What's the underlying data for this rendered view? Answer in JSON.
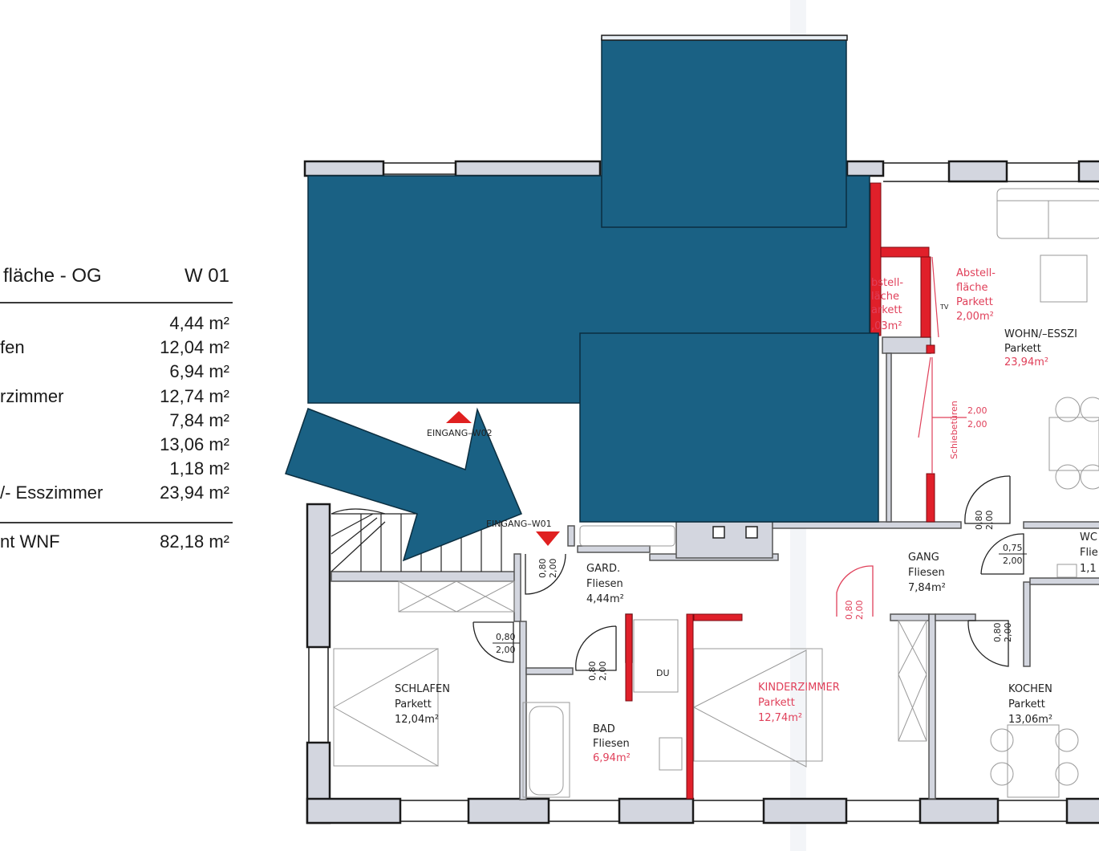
{
  "area_table": {
    "title": "fläche - OG",
    "unit_label": "W 01",
    "rows": [
      {
        "label": "",
        "value": "4,44 m²"
      },
      {
        "label": "fen",
        "value": "12,04 m²"
      },
      {
        "label": "",
        "value": "6,94 m²"
      },
      {
        "label": "rzimmer",
        "value": "12,74 m²"
      },
      {
        "label": "",
        "value": "7,84 m²"
      },
      {
        "label": "",
        "value": "13,06 m²"
      },
      {
        "label": "",
        "value": "1,18 m²"
      },
      {
        "label": "/- Esszimmer",
        "value": "23,94 m²"
      }
    ],
    "total": {
      "label": "nt WNF",
      "value": "82,18 m²"
    }
  },
  "colors": {
    "overlay": "#1a6184",
    "wall_fill": "#d3d6df",
    "wall_stroke": "#1a1a1a",
    "red_wall": "#e0202a",
    "red_text": "#e0405a",
    "entry_marker": "#e02020"
  },
  "rooms": {
    "gard": {
      "name": "GARD.",
      "floor": "Fliesen",
      "area": "4,44m²"
    },
    "schlafen": {
      "name": "SCHLAFEN",
      "floor": "Parkett",
      "area": "12,04m²"
    },
    "bad": {
      "name": "BAD",
      "floor": "Fliesen",
      "area": "6,94m²"
    },
    "kinderzimmer": {
      "name": "KINDERZIMMER",
      "floor": "Parkett",
      "area": "12,74m²"
    },
    "gang": {
      "name": "GANG",
      "floor": "Fliesen",
      "area": "7,84m²"
    },
    "kochen": {
      "name": "KOCHEN",
      "floor": "Parkett",
      "area": "13,06m²"
    },
    "wc": {
      "name": "WC",
      "floor": "Flie",
      "area": "1,1"
    },
    "wohn": {
      "name": "WOHN/–ESSZI",
      "floor": "Parkett",
      "area": "23,94m²"
    },
    "abstell_1": {
      "line1": "Abstell-",
      "line2": "fläche",
      "line3": "Parkett",
      "area": "2,00m²"
    },
    "abstell_2": {
      "line1": "bstell-",
      "line2": "läche",
      "line3": "arkett",
      "area": ",03m²"
    }
  },
  "labels": {
    "entrance_w01": "EINGANG–W01",
    "entrance_w02": "EINGANG–W02",
    "sliding_doors": "Schiebetüren",
    "shower": "DU",
    "tv": "TV"
  },
  "doors": {
    "d1": {
      "w": "0,80",
      "h": "2,00"
    },
    "d2": {
      "w": "0,80",
      "h": "2,00"
    },
    "d3": {
      "w": "0,80",
      "h": "2,00"
    },
    "d4": {
      "w": "0,80",
      "h": "2,00"
    },
    "d5": {
      "w": "0,80",
      "h": "2,00"
    },
    "d6": {
      "w": "0,75",
      "h": "2,00"
    },
    "d7": {
      "w": "0,80",
      "h": "2,00"
    },
    "sliding": {
      "w": "2,00",
      "h": "2,00"
    }
  }
}
